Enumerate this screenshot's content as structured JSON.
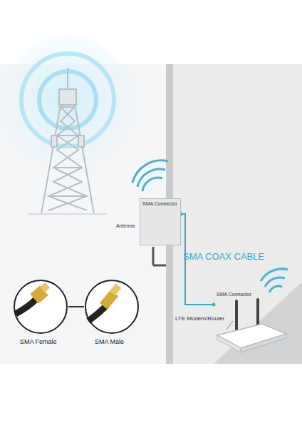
{
  "diagram": {
    "nodes": [
      {
        "text": [
          "SMA Connector"
        ]
      },
      {
        "text": [
          "SMA Connector"
        ]
      }
    ],
    "edges": [
      {
        "from": 0,
        "to": 1,
        "arrow": "none"
      }
    ],
    "labels": [
      "Antenna",
      "SMA COAX CABLE",
      "LTE Modem/Router",
      "SMA Female",
      "SMA Male"
    ]
  }
}
